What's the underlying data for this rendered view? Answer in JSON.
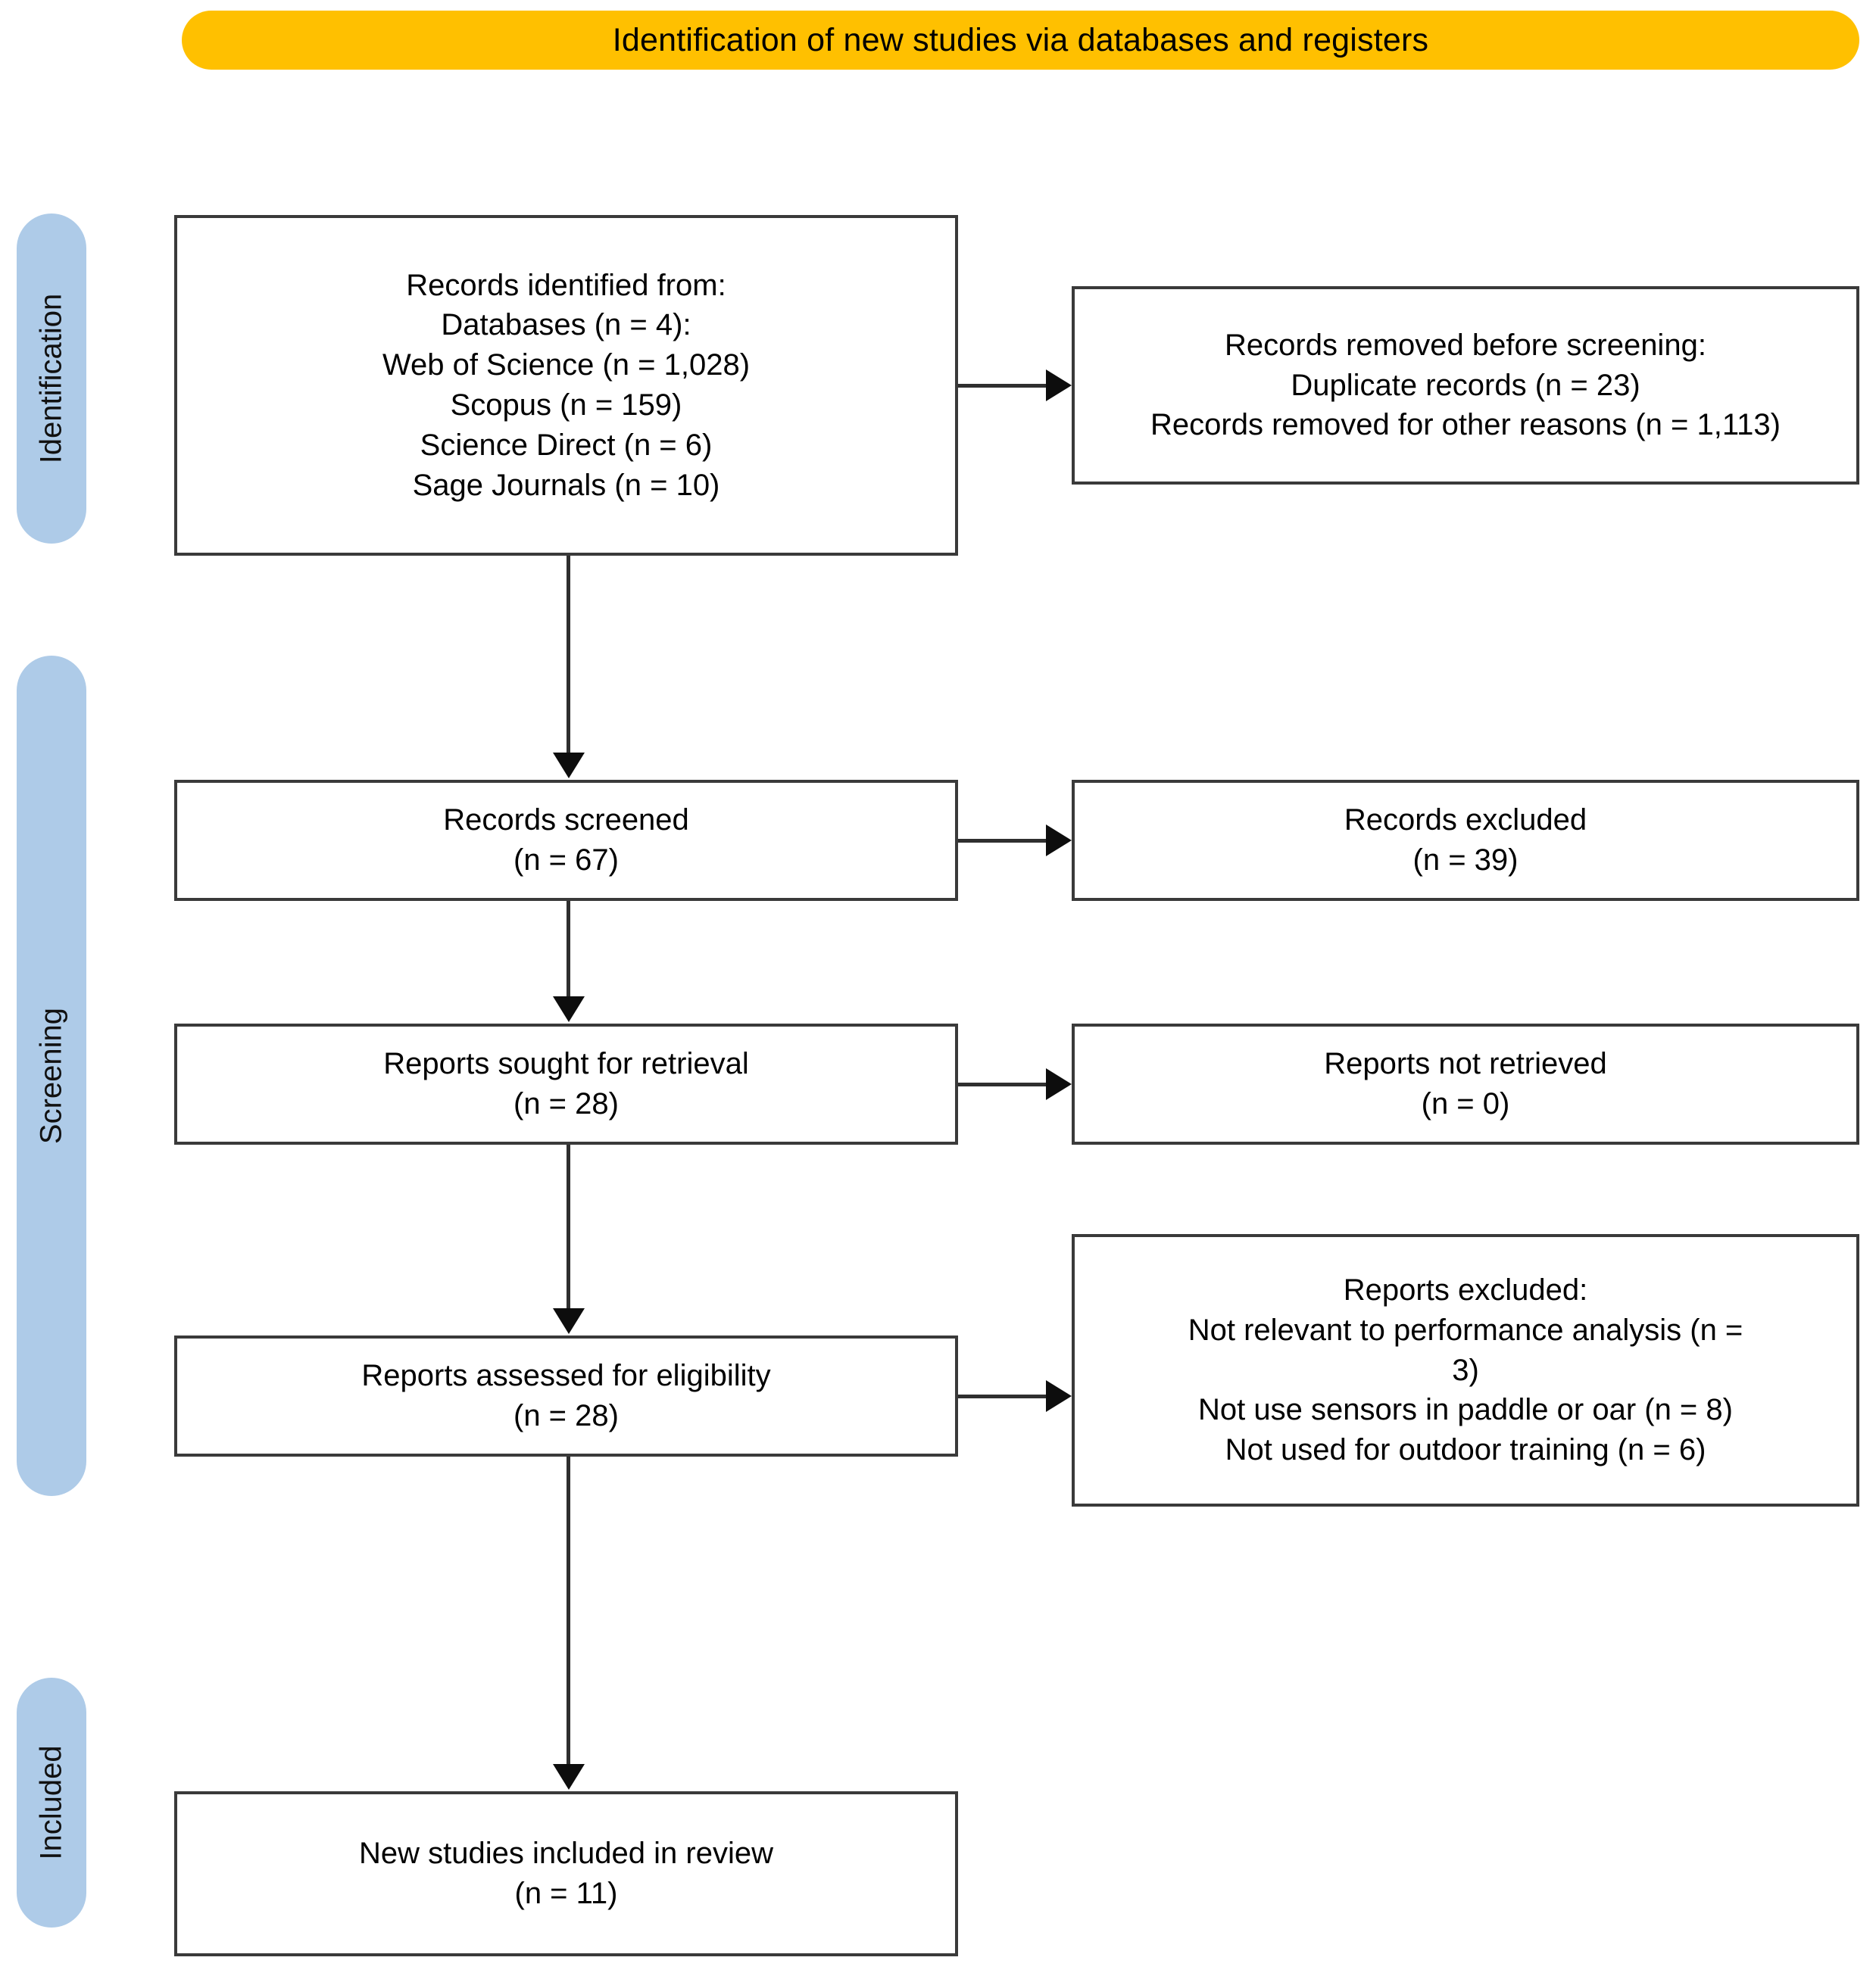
{
  "banner": {
    "title": "Identification of new studies via databases and registers",
    "color": "#FFC000"
  },
  "phases": {
    "color": "#AECBE8",
    "identification": "Identification",
    "screening": "Screening",
    "included": "Included"
  },
  "nodes": {
    "records_identified": {
      "lines": [
        "Records identified from:",
        "Databases (n = 4):",
        "Web of Science (n = 1,028)",
        "Scopus (n = 159)",
        "Science Direct (n = 6)",
        "Sage Journals (n = 10)"
      ]
    },
    "records_removed": {
      "lines": [
        "Records removed before screening:",
        "Duplicate records (n = 23)",
        "Records removed for other reasons (n = 1,113)"
      ]
    },
    "records_screened": {
      "lines": [
        "Records screened",
        "(n = 67)"
      ]
    },
    "records_excluded": {
      "lines": [
        "Records excluded",
        "(n = 39)"
      ]
    },
    "reports_sought": {
      "lines": [
        "Reports sought for retrieval",
        "(n = 28)"
      ]
    },
    "reports_not_retrieved": {
      "lines": [
        "Reports not retrieved",
        "(n = 0)"
      ]
    },
    "reports_assessed": {
      "lines": [
        "Reports assessed for eligibility",
        "(n = 28)"
      ]
    },
    "reports_excluded": {
      "lines": [
        "Reports excluded:",
        "Not relevant to performance analysis (n = 3)",
        "Not use sensors in paddle or oar (n = 8)",
        "Not used for outdoor training (n = 6)"
      ]
    },
    "studies_included": {
      "lines": [
        "New studies included in review",
        "(n = 11)"
      ]
    }
  },
  "chart_data": {
    "type": "diagram",
    "title": "PRISMA 2020 flow diagram for new systematic reviews",
    "stages": [
      {
        "phase": "Identification",
        "main": {
          "label": "Records identified from databases",
          "databases_count": 4,
          "sources": [
            {
              "name": "Web of Science",
              "n": 1028
            },
            {
              "name": "Scopus",
              "n": 159
            },
            {
              "name": "Science Direct",
              "n": 6
            },
            {
              "name": "Sage Journals",
              "n": 10
            }
          ]
        },
        "excluded": {
          "label": "Records removed before screening",
          "reasons": [
            {
              "name": "Duplicate records",
              "n": 23
            },
            {
              "name": "Records removed for other reasons",
              "n": 1113
            }
          ]
        }
      },
      {
        "phase": "Screening",
        "main": {
          "label": "Records screened",
          "n": 67
        },
        "excluded": {
          "label": "Records excluded",
          "n": 39
        }
      },
      {
        "phase": "Screening",
        "main": {
          "label": "Reports sought for retrieval",
          "n": 28
        },
        "excluded": {
          "label": "Reports not retrieved",
          "n": 0
        }
      },
      {
        "phase": "Screening",
        "main": {
          "label": "Reports assessed for eligibility",
          "n": 28
        },
        "excluded": {
          "label": "Reports excluded",
          "reasons": [
            {
              "name": "Not relevant to performance analysis",
              "n": 3
            },
            {
              "name": "Not use sensors in paddle or oar",
              "n": 8
            },
            {
              "name": "Not used for outdoor training",
              "n": 6
            }
          ]
        }
      },
      {
        "phase": "Included",
        "main": {
          "label": "New studies included in review",
          "n": 11
        }
      }
    ]
  }
}
